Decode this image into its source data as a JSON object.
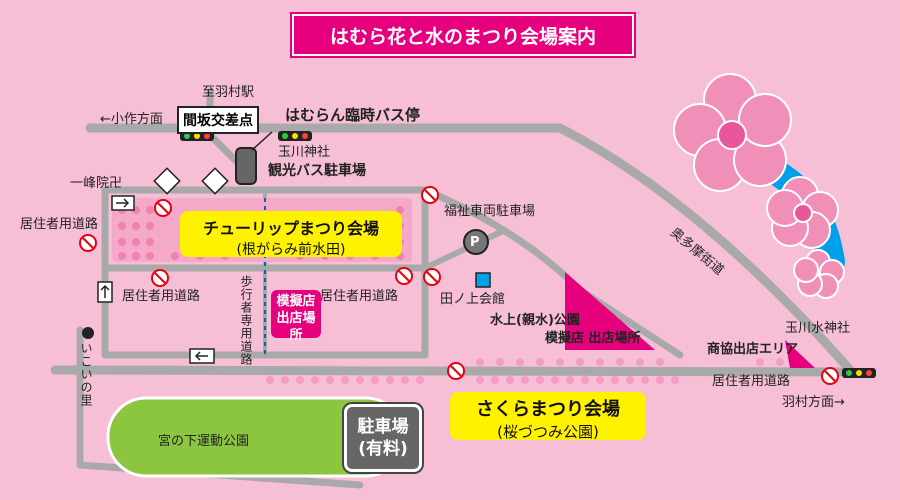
{
  "title": "はむら花と水のまつり会場案内",
  "labels": {
    "hamura_station": "至羽村駅",
    "ozaku": "←小作方面",
    "mazaka_intersection": "間坂交差点",
    "bus_stop": "はむらん臨時バス停",
    "tamagawa_shrine": "玉川神社",
    "tour_bus_parking": "観光バス駐車場",
    "ichihoin": "一峰院卍",
    "resident_road_1": "居住者用道路",
    "resident_road_2": "居住者用道路",
    "resident_road_3": "居住者用道路",
    "resident_road_4": "居住者用道路",
    "welfare_parking": "福祉車両駐車場",
    "parking_symbol": "P",
    "tanoue_hall": "田ノ上会館",
    "water_park": "水上(親水)公園",
    "mock_shops_right": "模擬店 出店場所",
    "okutama_road": "奥多摩街道",
    "tamamizu_shrine": "玉川水神社",
    "commerce_area": "商協出店エリア",
    "hamura_direction": "羽村方面→",
    "ikoi_no_sato": "いこいの里",
    "pedestrian_only": "歩行者専用道路",
    "sports_park": "宮の下運動公園"
  },
  "tulip_venue": {
    "line1": "チューリップまつり会場",
    "line2": "(根がらみ前水田)"
  },
  "sakura_venue": {
    "line1": "さくらまつり会場",
    "line2": "(桜づつみ公園)"
  },
  "mock_shop_left": {
    "line1": "模擬店",
    "line2": "出店場所"
  },
  "parking": {
    "line1": "駐車場",
    "line2": "(有料)"
  },
  "colors": {
    "background": "#f7bfd6",
    "banner": "#e6007e",
    "venue_highlight": "#fff200",
    "road": "#a8a8a8",
    "park_green": "#8cc63f",
    "river": "#00a0e9",
    "no_entry": "#e60012"
  }
}
